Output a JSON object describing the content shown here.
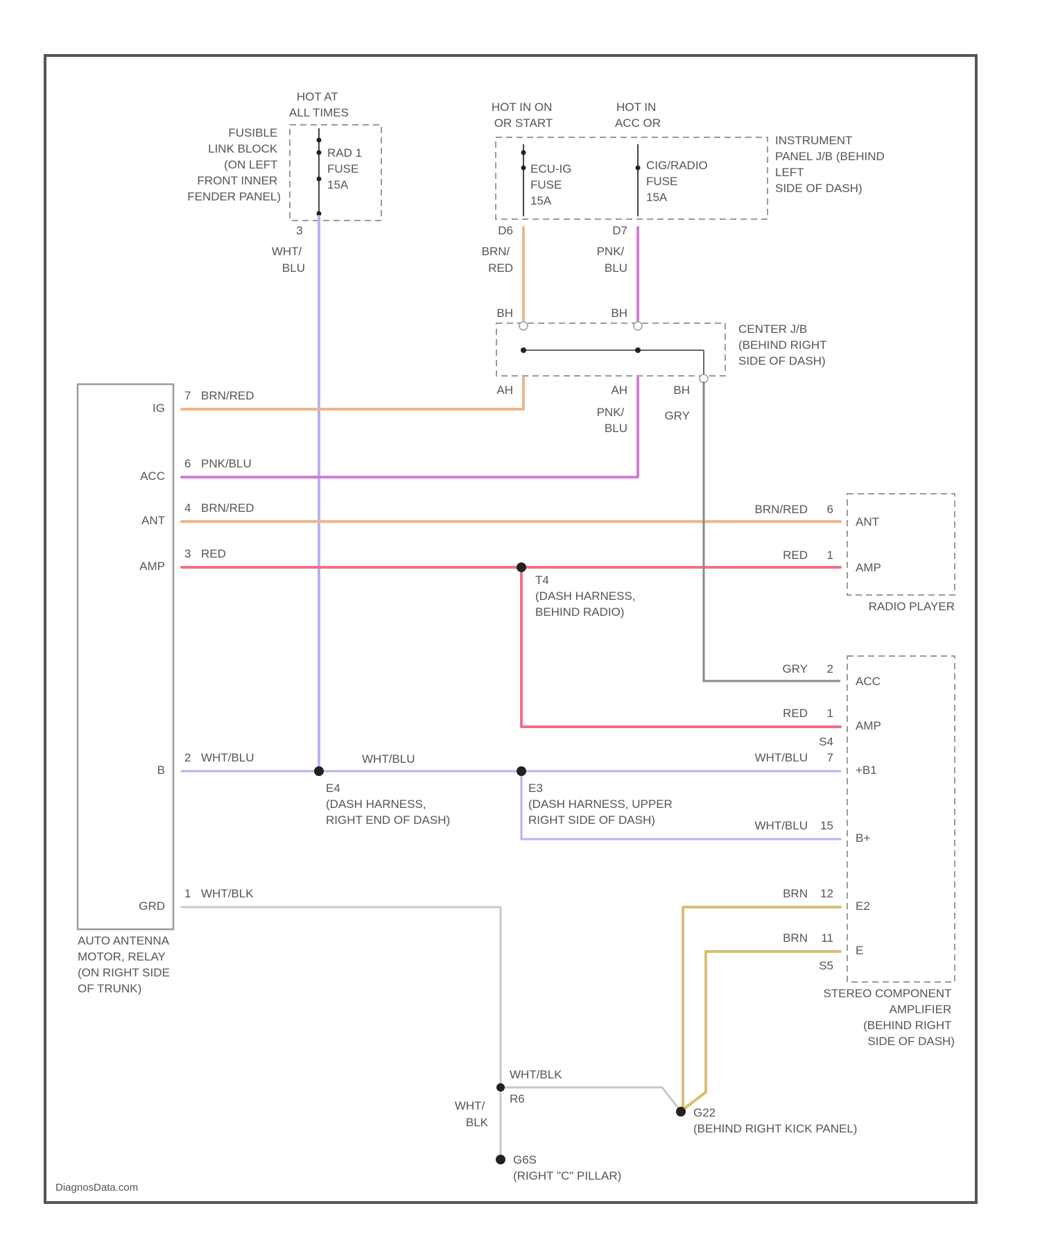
{
  "colors": {
    "wht_blu": "#b7b3f0",
    "brn_red": "#f0b589",
    "pnk_blu": "#d77bd8",
    "red": "#f36f86",
    "gry": "#b9b9b9",
    "wht_blk": "#c8c8c8",
    "brn": "#d7bf72"
  },
  "fuse_block": {
    "power_label": [
      "HOT AT",
      "ALL TIMES"
    ],
    "location": [
      "FUSIBLE",
      "LINK BLOCK",
      "(ON LEFT",
      "FRONT INNER",
      "FENDER PANEL)"
    ],
    "fuse": [
      "RAD 1",
      "FUSE",
      "15A"
    ],
    "terminal": "3",
    "wire_color": [
      "WHT/",
      "BLU"
    ]
  },
  "ipjb": {
    "power_label_a": [
      "HOT IN ON",
      "OR START"
    ],
    "power_label_b": [
      "HOT IN",
      "ACC OR"
    ],
    "location": [
      "INSTRUMENT",
      "PANEL J/B (BEHIND",
      "LEFT",
      "SIDE OF DASH)"
    ],
    "fuse_a": [
      "ECU-IG",
      "FUSE",
      "15A"
    ],
    "fuse_b": [
      "CIG/RADIO",
      "FUSE",
      "15A"
    ],
    "terminal_a": "D6",
    "terminal_b": "D7",
    "wire_a": [
      "BRN/",
      "RED"
    ],
    "wire_b": [
      "PNK/",
      "BLU"
    ]
  },
  "center_jb": {
    "location": [
      "CENTER J/B",
      "(BEHIND RIGHT",
      "SIDE OF DASH)"
    ],
    "in_a": "BH",
    "in_b": "BH",
    "out_a": "AH",
    "out_b": "AH",
    "out_c": "BH",
    "wire_out_b": [
      "PNK/",
      "BLU"
    ],
    "wire_out_c": "GRY"
  },
  "relay": {
    "name": [
      "AUTO ANTENNA",
      "MOTOR, RELAY",
      "(ON RIGHT SIDE",
      "OF TRUNK)"
    ],
    "pins": [
      {
        "label": "IG",
        "num": "7",
        "wire": "BRN/RED"
      },
      {
        "label": "ACC",
        "num": "6",
        "wire": "PNK/BLU"
      },
      {
        "label": "ANT",
        "num": "4",
        "wire": "BRN/RED"
      },
      {
        "label": "AMP",
        "num": "3",
        "wire": "RED"
      },
      {
        "label": "B",
        "num": "2",
        "wire": "WHT/BLU"
      },
      {
        "label": "GRD",
        "num": "1",
        "wire": "WHT/BLK"
      }
    ]
  },
  "radio_player": {
    "name": "RADIO PLAYER",
    "pins": [
      {
        "label": "ANT",
        "num": "6",
        "wire": "BRN/RED"
      },
      {
        "label": "AMP",
        "num": "1",
        "wire": "RED"
      }
    ]
  },
  "splice_t4": [
    "T4",
    "(DASH HARNESS,",
    "BEHIND RADIO)"
  ],
  "splice_e4": [
    "E4",
    "(DASH HARNESS,",
    "RIGHT END OF DASH)"
  ],
  "splice_e3": [
    "E3",
    "(DASH HARNESS, UPPER",
    "RIGHT SIDE OF DASH)"
  ],
  "wire_b_mid": "WHT/BLU",
  "amplifier": {
    "name": [
      "STEREO COMPONENT",
      "AMPLIFIER",
      "(BEHIND RIGHT",
      "SIDE OF DASH)"
    ],
    "connector_top": "S4",
    "connector_bottom": "S5",
    "pins": [
      {
        "label": "ACC",
        "num": "2",
        "wire": "GRY"
      },
      {
        "label": "AMP",
        "num": "1",
        "wire": "RED"
      },
      {
        "label": "+B1",
        "num": "7",
        "wire": "WHT/BLU"
      },
      {
        "label": "B+",
        "num": "15",
        "wire": "WHT/BLU"
      },
      {
        "label": "E2",
        "num": "12",
        "wire": "BRN"
      },
      {
        "label": "E",
        "num": "11",
        "wire": "BRN"
      }
    ]
  },
  "ground_splice": {
    "wire": "WHT/BLK",
    "id": "R6",
    "wire_down": [
      "WHT/",
      "BLK"
    ]
  },
  "ground_g3": [
    "G22",
    "(BEHIND RIGHT KICK PANEL)"
  ],
  "ground_c": [
    "G6S",
    "(RIGHT \"C\" PILLAR)"
  ],
  "watermark": "DiagnosData.com"
}
